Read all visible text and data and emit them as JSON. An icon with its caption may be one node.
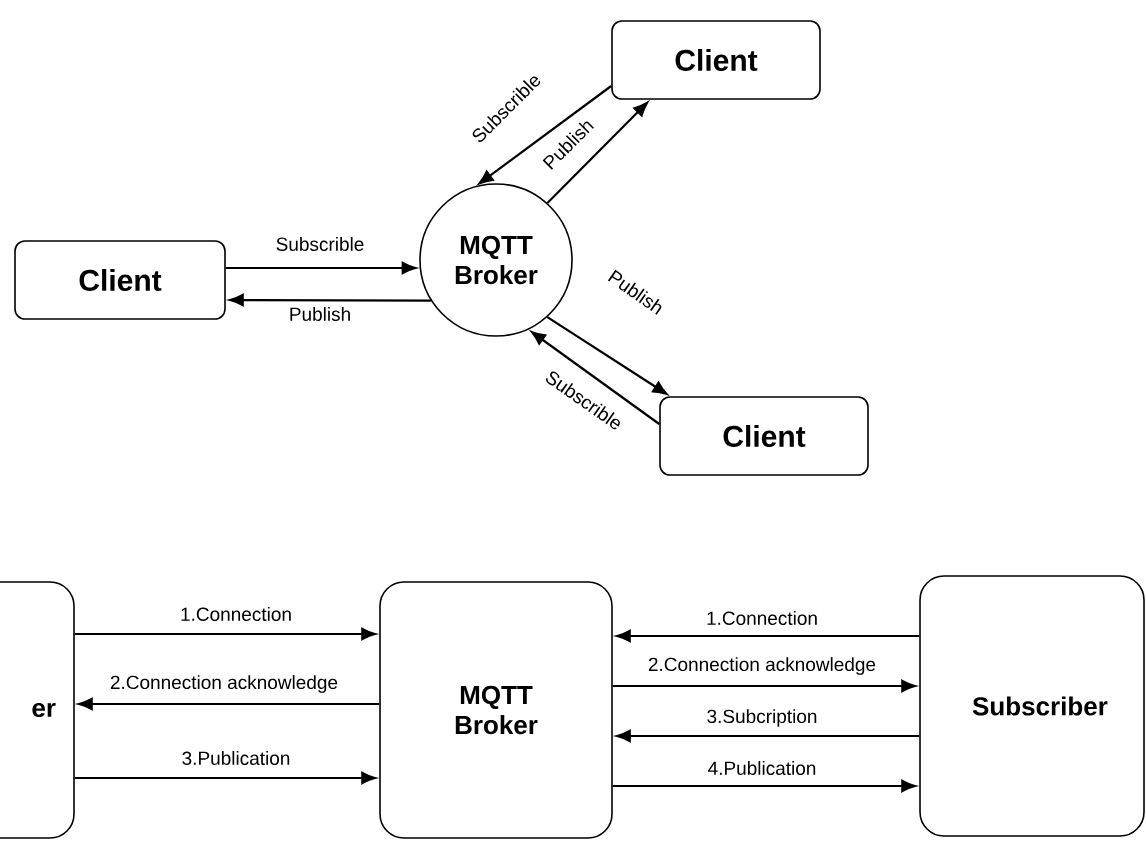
{
  "diagram": {
    "nodes": [
      {
        "text": [
          "Client"
        ]
      },
      {
        "text": [
          "Client"
        ]
      },
      {
        "text": [
          "MQTT Broker"
        ]
      },
      {
        "text": [
          "Client"
        ]
      },
      {
        "text": [
          "er"
        ]
      },
      {
        "text": [
          "MQTT Broker"
        ]
      },
      {
        "text": [
          "Subscriber"
        ]
      }
    ],
    "edges": [
      {
        "from": 0,
        "to": 2,
        "arrow": "to",
        "label": "Subscrible"
      },
      {
        "from": 2,
        "to": 0,
        "arrow": "to",
        "label": "Publish"
      },
      {
        "from": 1,
        "to": 2,
        "arrow": "to",
        "label": "Subscrible"
      },
      {
        "from": 2,
        "to": 1,
        "arrow": "to",
        "label": "Publish"
      },
      {
        "from": 2,
        "to": 3,
        "arrow": "to",
        "label": "Publish"
      },
      {
        "from": 3,
        "to": 2,
        "arrow": "to",
        "label": "Subscrible"
      },
      {
        "from": 4,
        "to": 5,
        "arrow": "to",
        "label": "1.Connection"
      },
      {
        "from": 5,
        "to": 4,
        "arrow": "to",
        "label": "2.Connection  acknowledge"
      },
      {
        "from": 4,
        "to": 5,
        "arrow": "to",
        "label": "3.Publication"
      },
      {
        "from": 6,
        "to": 5,
        "arrow": "to",
        "label": "1.Connection"
      },
      {
        "from": 5,
        "to": 6,
        "arrow": "to",
        "label": "2.Connection  acknowledge"
      },
      {
        "from": 6,
        "to": 5,
        "arrow": "to",
        "label": "3.Subcription"
      },
      {
        "from": 5,
        "to": 6,
        "arrow": "to",
        "label": "4.Publication"
      }
    ]
  }
}
